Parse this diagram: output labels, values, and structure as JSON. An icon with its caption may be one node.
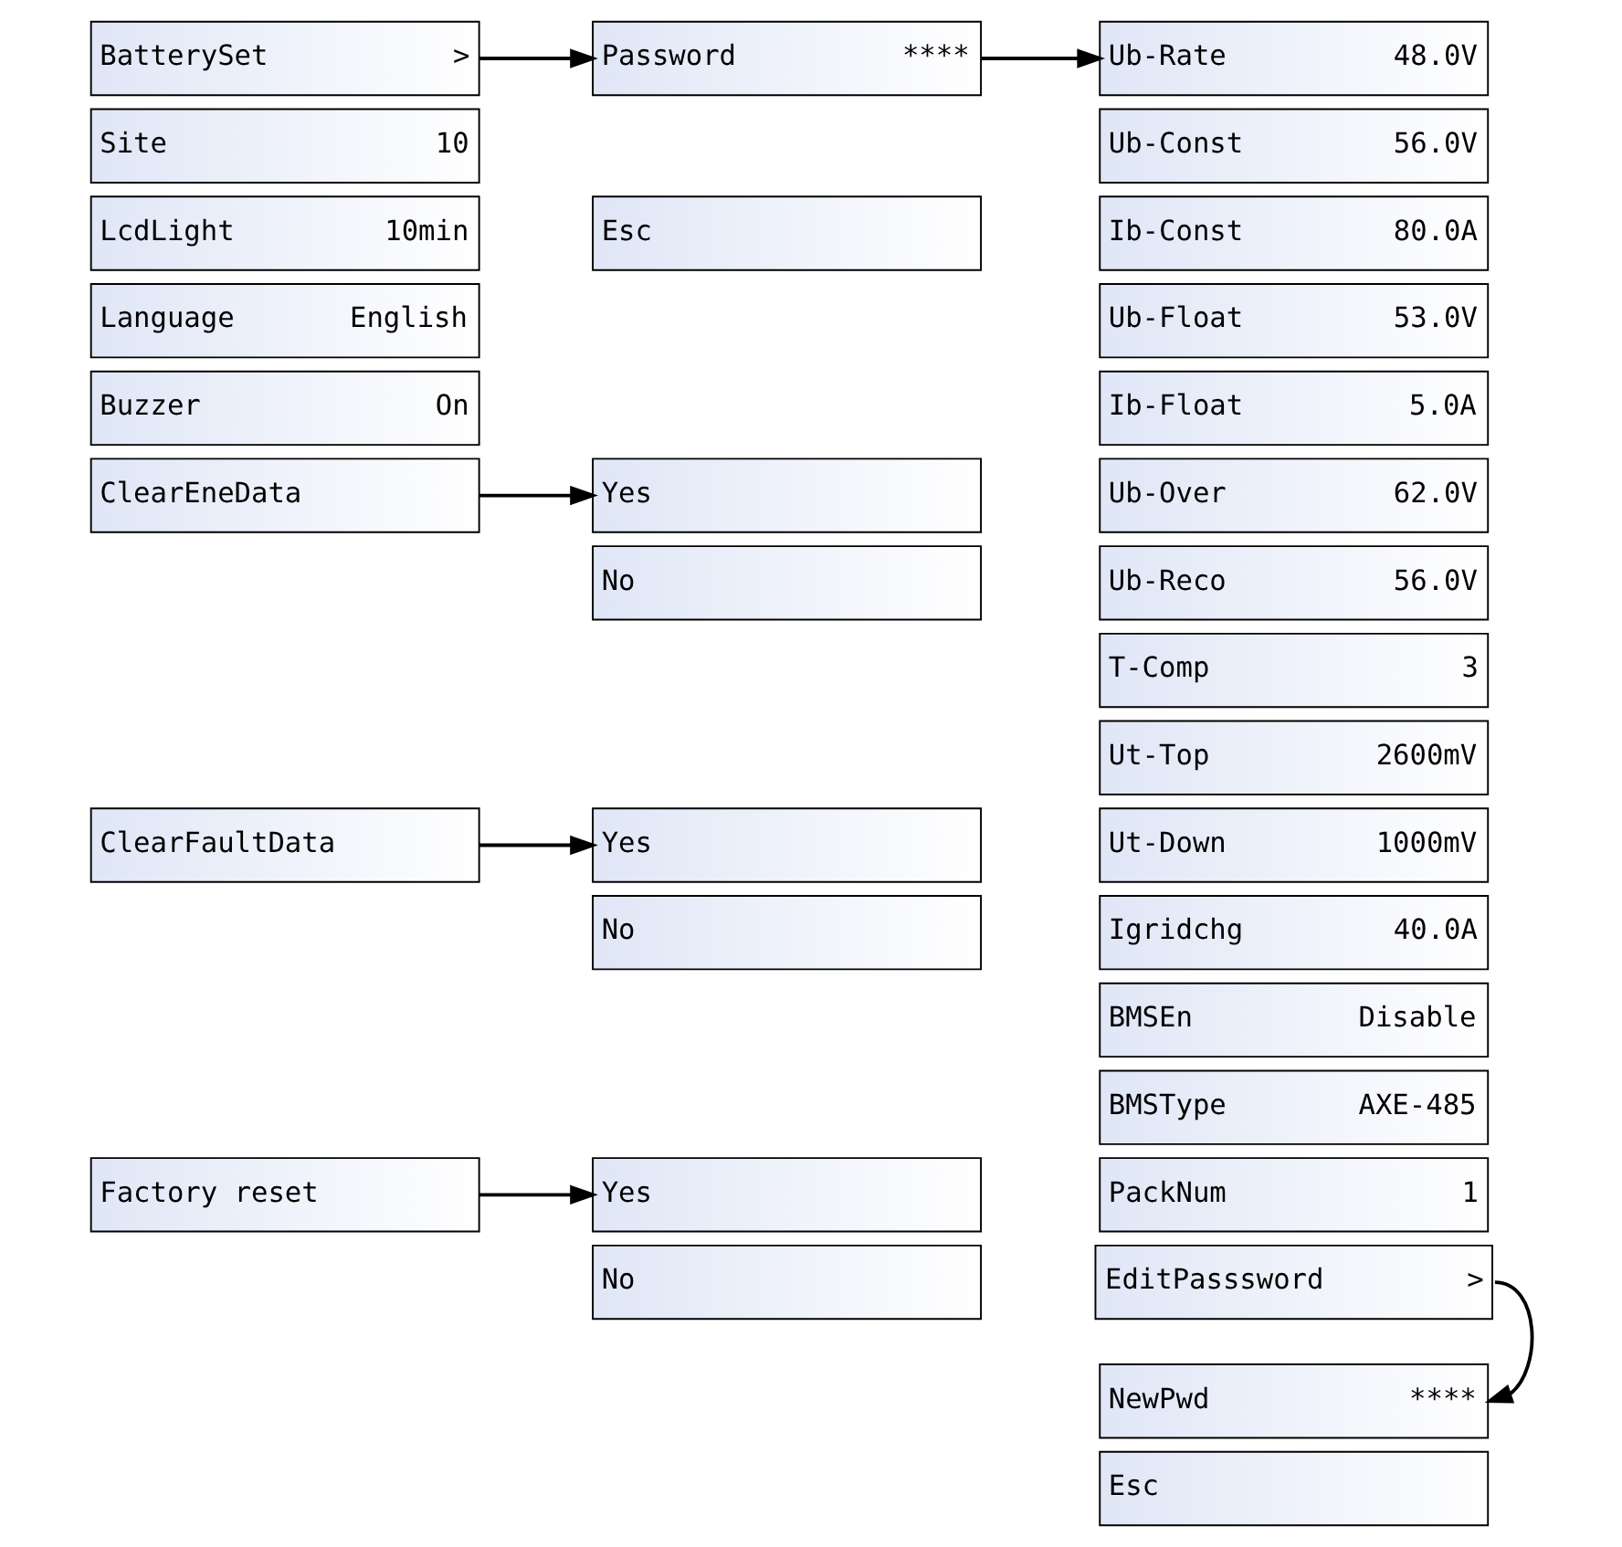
{
  "diagram": {
    "nodes": [
      {
        "text": [
          "BatterySet",
          ">"
        ]
      },
      {
        "text": [
          "Site",
          "10"
        ]
      },
      {
        "text": [
          "LcdLight",
          "10min"
        ]
      },
      {
        "text": [
          "Language",
          "English"
        ]
      },
      {
        "text": [
          "Buzzer",
          "On"
        ]
      },
      {
        "text": [
          "ClearEneData"
        ]
      },
      {
        "text": [
          "ClearFaultData"
        ]
      },
      {
        "text": [
          "Factory reset"
        ]
      },
      {
        "text": [
          "Password",
          "****"
        ]
      },
      {
        "text": [
          "Esc"
        ]
      },
      {
        "text": [
          "Yes"
        ]
      },
      {
        "text": [
          "No"
        ]
      },
      {
        "text": [
          "Yes"
        ]
      },
      {
        "text": [
          "No"
        ]
      },
      {
        "text": [
          "Yes"
        ]
      },
      {
        "text": [
          "No"
        ]
      },
      {
        "text": [
          "Ub-Rate",
          "48.0V"
        ]
      },
      {
        "text": [
          "Ub-Const",
          "56.0V"
        ]
      },
      {
        "text": [
          "Ib-Const",
          "80.0A"
        ]
      },
      {
        "text": [
          "Ub-Float",
          "53.0V"
        ]
      },
      {
        "text": [
          "Ib-Float",
          "5.0A"
        ]
      },
      {
        "text": [
          "Ub-Over",
          "62.0V"
        ]
      },
      {
        "text": [
          "Ub-Reco",
          "56.0V"
        ]
      },
      {
        "text": [
          "T-Comp",
          "3"
        ]
      },
      {
        "text": [
          "Ut-Top",
          "2600mV"
        ]
      },
      {
        "text": [
          "Ut-Down",
          "1000mV"
        ]
      },
      {
        "text": [
          "Igridchg",
          "40.0A"
        ]
      },
      {
        "text": [
          "BMSEn",
          "Disable"
        ]
      },
      {
        "text": [
          "BMSType",
          "AXE-485"
        ]
      },
      {
        "text": [
          "PackNum",
          "1"
        ]
      },
      {
        "text": [
          "EditPasssword",
          ">"
        ]
      },
      {
        "text": [
          "NewPwd",
          "****"
        ]
      },
      {
        "text": [
          "Esc"
        ]
      }
    ],
    "edges": [
      {
        "from": 0,
        "to": 8,
        "arrow": "to"
      },
      {
        "from": 5,
        "to": 10,
        "arrow": "to"
      },
      {
        "from": 6,
        "to": 12,
        "arrow": "to"
      },
      {
        "from": 7,
        "to": 14,
        "arrow": "to"
      },
      {
        "from": 8,
        "to": 16,
        "arrow": "to"
      },
      {
        "from": 30,
        "to": 31,
        "arrow": "to"
      }
    ]
  }
}
